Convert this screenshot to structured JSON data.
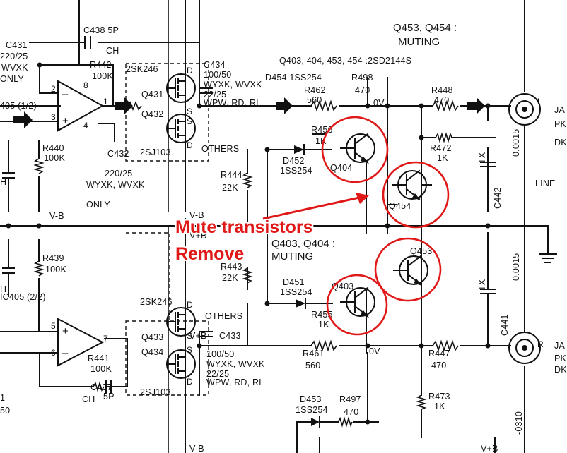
{
  "title": {
    "line1": "Q453, Q454 :",
    "line2": "MUTING"
  },
  "annotation": {
    "line1": "Mute transistors",
    "line2": "Remove",
    "color": "#e01818"
  },
  "mute_group_2": {
    "line1": "Q403, Q404 :",
    "line2": "MUTING"
  },
  "transistor_note": "Q403, 404, 453, 454 :2SD2144S",
  "components": {
    "c431": [
      "C431",
      "220/25",
      "WVXK",
      "ONLY"
    ],
    "c438": "C438  5P",
    "ch_top": "CH",
    "r442": [
      "R442",
      "100K"
    ],
    "fet_type_1": "2SK246",
    "fet_type_2": "2SJ103",
    "others_1": "OTHERS",
    "others_2": "OTHERS",
    "q431": "Q431",
    "q432": "Q432",
    "c434": [
      "C434",
      "100/50",
      "WYXK, WVXK",
      "22/25",
      "WPW, RD, RL"
    ],
    "ic405_1": "405 (1/2)",
    "ic405_2": "IC405 (2/2)",
    "r440": [
      "R440",
      "100K"
    ],
    "c432": [
      "C432",
      "220/25",
      "WYXK, WVXK",
      "ONLY"
    ],
    "vminus_b_1": "V-B",
    "vminus_b_2": "V-B",
    "vplus_b_1": "V+B",
    "vplus_b_2": "V+B",
    "vplus_b_3": "V+B",
    "vminus_b_3": "V-B",
    "d454": "D454 1SS254",
    "r462": [
      "R462",
      "560"
    ],
    "r498": [
      "R498",
      "470"
    ],
    "zero_v_1": "0V",
    "zero_v_2": "0V",
    "r448": [
      "R448",
      "470"
    ],
    "r456": [
      "R456",
      "1K"
    ],
    "q404": "Q404",
    "d452": [
      "D452",
      "1SS254"
    ],
    "r444": [
      "R444",
      "22K"
    ],
    "r472": [
      "R472",
      "1K"
    ],
    "tx_1": "TX",
    "tx_2": "TX",
    "c442_val": "0.0015",
    "c442": "C442",
    "c441_val": "0.0015",
    "c441": "C441",
    "q454": "Q454",
    "q453": "Q453",
    "line_label": "LINE",
    "r439": [
      "R439",
      "100K"
    ],
    "r443": [
      "R443",
      "22K"
    ],
    "d451": [
      "D451",
      "1SS254"
    ],
    "q403": "Q403",
    "r455": [
      "R455",
      "1K"
    ],
    "q433": "Q433",
    "q434": "Q434",
    "c433": "C433",
    "c433_notes": [
      "100/50",
      "WYXK, WVXK",
      "22/25",
      "WPW, RD, RL"
    ],
    "r441": [
      "R441",
      "100K"
    ],
    "c437": "C437",
    "ch_bottom": "CH",
    "five_p": "5P",
    "r461": [
      "R461",
      "560"
    ],
    "r447": [
      "R447",
      "470"
    ],
    "d453": [
      "D453",
      "1SS254"
    ],
    "r497": [
      "R497",
      "470"
    ],
    "r473": [
      "R473",
      "1K"
    ],
    "jack_top": [
      "JA",
      "PK",
      "DK"
    ],
    "jack_bottom": [
      "JA",
      "PK",
      "DK"
    ],
    "jack_marker_l": "L",
    "jack_marker_r": "R",
    "pin_8": "8",
    "pin_1": "1",
    "pin_4": "4",
    "pin_5": "5",
    "pin_6": "6",
    "pin_7": "7",
    "pin_2": "2",
    "pin_3": "3",
    "s_mark_1": "S",
    "d_mark_1": "D",
    "s_mark_2": "S",
    "d_mark_2": "D",
    "s_mark_3": "S",
    "d_mark_3": "D",
    "s_mark_4": "S",
    "d_mark_4": "D",
    "frag_h_1": "H",
    "frag_h_2": "H",
    "frag_1": "1",
    "frag_50": "50",
    "part_ref": "-0310"
  }
}
